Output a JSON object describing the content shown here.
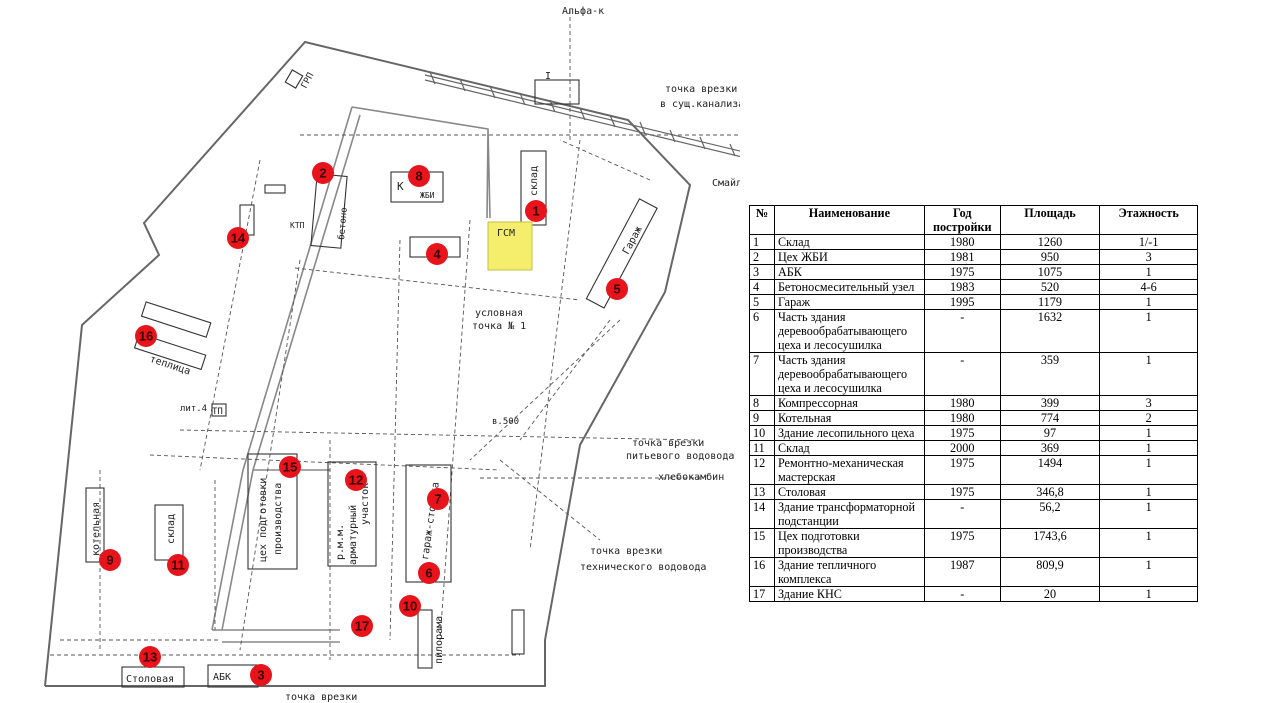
{
  "map": {
    "site_labels": {
      "alfa": "Альфа-к",
      "tie_in_sewer_1": "точка врезки",
      "tie_in_sewer_2": "в сущ.канализацию",
      "smaily": "Смайли",
      "tie_in_drinking_1": "точка врезки",
      "tie_in_drinking_2": "питьевого водовода",
      "khlebokombin": "хлебокамбин",
      "tie_in_technical_1": "точка врезки",
      "tie_in_technical_2": "технического водовода",
      "conditional_1": "условная",
      "conditional_2": "точка № 1",
      "tie_in_bottom": "точка врезки"
    },
    "building_labels": {
      "sklad_top": "склад",
      "garazh_top": "Гараж",
      "gsm": "ГСМ",
      "kzhbi_k": "К",
      "kzhbi": "ЖБИ",
      "tsekh_podgotovki": "цех подготовки",
      "proizvodstva": "производства",
      "rmm": "р.м.м.",
      "armaturny": "арматурный",
      "uchastok": "участок",
      "garazh_stoyanka": "гараж-стоянка",
      "pilorama": "пилорама",
      "kotelnaya": "котельная",
      "sklad_left": "склад",
      "teplitsa": "теплица",
      "stolovaya": "Столовая",
      "abk": "АБК",
      "tp": "ТП",
      "lit4": "лит.4",
      "grp": "ГРП",
      "ktp": "КТП",
      "betono": "бетоно-",
      "ved": "в.500",
      "roman_1": "I"
    },
    "markers": [
      "1",
      "2",
      "3",
      "4",
      "5",
      "6",
      "7",
      "8",
      "9",
      "10",
      "11",
      "12",
      "13",
      "14",
      "15",
      "16",
      "17"
    ]
  },
  "legend": {
    "headers": {
      "num": "№",
      "name": "Наименование",
      "year": "Год постройки",
      "area": "Площадь",
      "floors": "Этажность"
    },
    "rows": [
      {
        "num": "1",
        "name": "Склад",
        "year": "1980",
        "area": "1260",
        "floors": "1/-1"
      },
      {
        "num": "2",
        "name": "Цех ЖБИ",
        "year": "1981",
        "area": "950",
        "floors": "3"
      },
      {
        "num": "3",
        "name": "АБК",
        "year": "1975",
        "area": "1075",
        "floors": "1"
      },
      {
        "num": "4",
        "name": "Бетоносмесительный узел",
        "year": "1983",
        "area": "520",
        "floors": "4-6"
      },
      {
        "num": "5",
        "name": "Гараж",
        "year": "1995",
        "area": "1179",
        "floors": "1"
      },
      {
        "num": "6",
        "name": "Часть здания деревообрабатывающего цеха и лесосушилка",
        "year": "-",
        "area": "1632",
        "floors": "1"
      },
      {
        "num": "7",
        "name": "Часть здания деревообрабатывающего цеха и лесосушилка",
        "year": "-",
        "area": "359",
        "floors": "1"
      },
      {
        "num": "8",
        "name": "Компрессорная",
        "year": "1980",
        "area": "399",
        "floors": "3"
      },
      {
        "num": "9",
        "name": "Котельная",
        "year": "1980",
        "area": "774",
        "floors": "2"
      },
      {
        "num": "10",
        "name": "Здание лесопильного цеха",
        "year": "1975",
        "area": "97",
        "floors": "1"
      },
      {
        "num": "11",
        "name": "Склад",
        "year": "2000",
        "area": "369",
        "floors": "1"
      },
      {
        "num": "12",
        "name": "Ремонтно-механическая мастерская",
        "year": "1975",
        "area": "1494",
        "floors": "1"
      },
      {
        "num": "13",
        "name": "Столовая",
        "year": "1975",
        "area": "346,8",
        "floors": "1"
      },
      {
        "num": "14",
        "name": "Здание трансформаторной подстанции",
        "year": "-",
        "area": "56,2",
        "floors": "1"
      },
      {
        "num": "15",
        "name": "Цех подготовки производства",
        "year": "1975",
        "area": "1743,6",
        "floors": "1"
      },
      {
        "num": "16",
        "name": "Здание тепличного комплекса",
        "year": "1987",
        "area": "809,9",
        "floors": "1"
      },
      {
        "num": "17",
        "name": "Здание КНС",
        "year": "-",
        "area": "20",
        "floors": "1"
      }
    ]
  }
}
